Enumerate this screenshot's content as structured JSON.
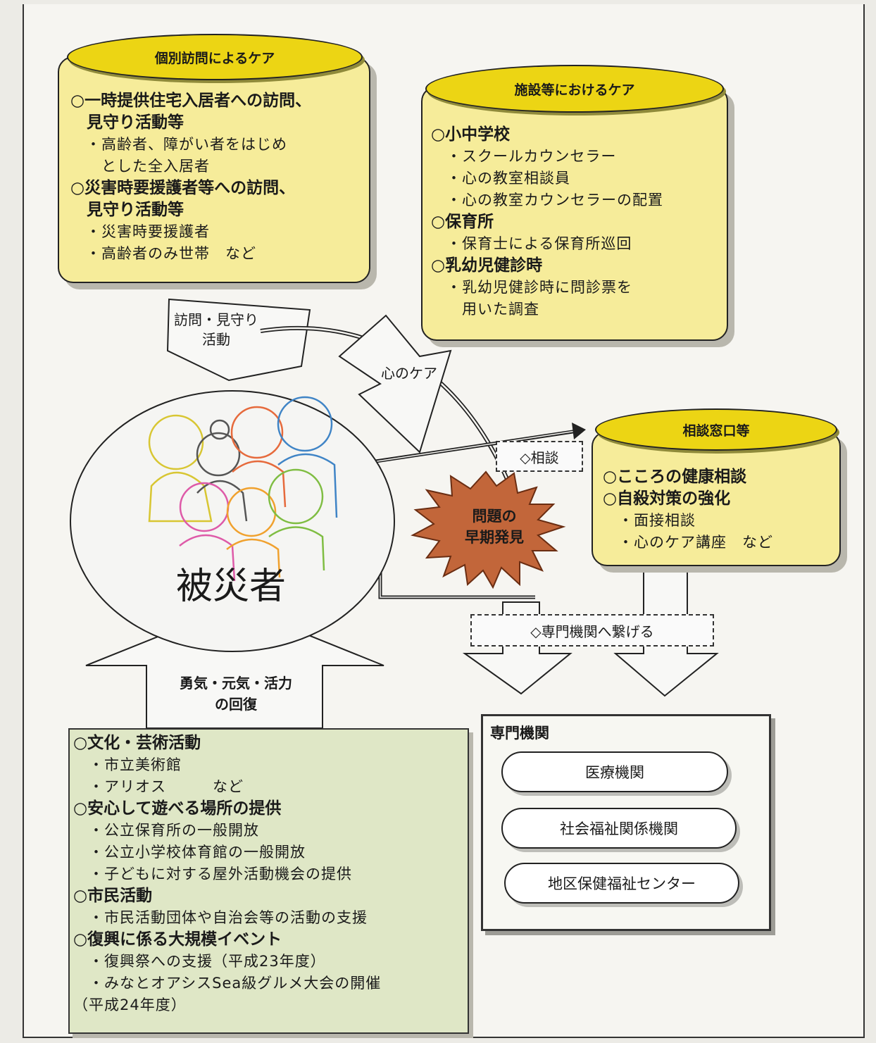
{
  "visit_care": {
    "title": "個別訪問によるケア",
    "items": [
      {
        "h": "○一時提供住宅入居者への訪問、"
      },
      {
        "h": "　見守り活動等"
      },
      {
        "s": "　・高齢者、障がい者をはじめ"
      },
      {
        "s": "　　とした全入居者"
      },
      {
        "h": "○災害時要援護者等への訪問、"
      },
      {
        "h": "　見守り活動等"
      },
      {
        "s": "　・災害時要援護者"
      },
      {
        "s": "　・高齢者のみ世帯　など"
      }
    ]
  },
  "facility_care": {
    "title": "施設等におけるケア",
    "items": [
      {
        "h": "○小中学校"
      },
      {
        "s": "　・スクールカウンセラー"
      },
      {
        "s": "　・心の教室相談員"
      },
      {
        "s": "　・心の教室カウンセラーの配置"
      },
      {
        "h": "○保育所"
      },
      {
        "s": "　・保育士による保育所巡回"
      },
      {
        "h": "○乳幼児健診時"
      },
      {
        "s": "　・乳幼児健診時に問診票を"
      },
      {
        "s": "　　用いた調査"
      }
    ]
  },
  "consult": {
    "title": "相談窓口等",
    "items": [
      {
        "h": "○こころの健康相談"
      },
      {
        "h": "○自殺対策の強化"
      },
      {
        "s": "　・面接相談"
      },
      {
        "s": "　・心のケア講座　など"
      }
    ]
  },
  "arrows": {
    "visit": [
      "訪問・見守り",
      "活動"
    ],
    "mind_care": "心のケア",
    "consult": "◇相談",
    "connect": "◇専門機関へ繋げる",
    "recovery": [
      "勇気・元気・活力",
      "の回復"
    ]
  },
  "victims_label": "被災者",
  "burst": [
    "問題の",
    "早期発見"
  ],
  "activities": {
    "items": [
      {
        "h": "○文化・芸術活動"
      },
      {
        "s": "　・市立美術館"
      },
      {
        "s": "　・アリオス　　　など"
      },
      {
        "h": "○安心して遊べる場所の提供"
      },
      {
        "s": "　・公立保育所の一般開放"
      },
      {
        "s": "　・公立小学校体育館の一般開放"
      },
      {
        "s": "　・子どもに対する屋外活動機会の提供"
      },
      {
        "h": "○市民活動"
      },
      {
        "s": "　・市民活動団体や自治会等の活動の支援"
      },
      {
        "h": "○復興に係る大規模イベント"
      },
      {
        "s": "　・復興祭への支援（平成23年度）"
      },
      {
        "s": "　・みなとオアシスSea級グルメ大会の開催"
      },
      {
        "s": "（平成24年度）"
      }
    ]
  },
  "specialist": {
    "title": "専門機関",
    "items": [
      "医療機関",
      "社会福祉関係機関",
      "地区保健福祉センター"
    ]
  },
  "colors": {
    "cap": "#ecd514",
    "body": "#f6ec9a",
    "burst": "#c2663a",
    "green": "#dfe7c6"
  }
}
